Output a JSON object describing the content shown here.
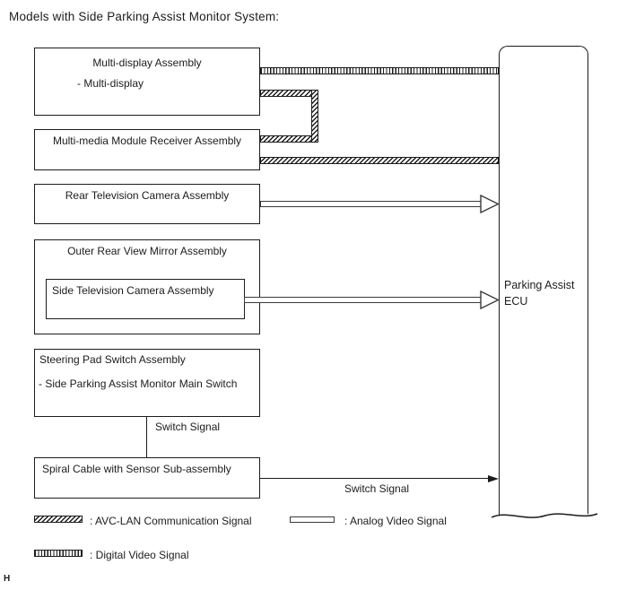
{
  "diagram": {
    "title": "Models with Side Parking Assist Monitor System:",
    "page_mark": "H",
    "nodes": {
      "multi_display_assembly": {
        "title": "Multi-display Assembly",
        "sub": "- Multi-display"
      },
      "multi_media_module": {
        "title": "Multi-media Module Receiver Assembly"
      },
      "rear_tv_camera": {
        "title": "Rear Television Camera Assembly"
      },
      "outer_mirror": {
        "title": "Outer Rear View Mirror Assembly"
      },
      "side_tv_camera": {
        "title": "Side Television Camera Assembly"
      },
      "steering_pad_switch": {
        "title": "Steering Pad Switch Assembly",
        "sub": "- Side Parking Assist Monitor Main Switch"
      },
      "spiral_cable": {
        "title": "Spiral Cable with Sensor Sub-assembly"
      },
      "parking_assist_ecu": {
        "line1": "Parking Assist",
        "line2": "ECU"
      }
    },
    "signal_labels": {
      "steering_switch_signal": "Switch Signal",
      "spiral_switch_signal": "Switch Signal"
    },
    "legend": [
      {
        "swatch": "avclan-hatch-swatch",
        "label": ": AVC-LAN Communication Signal"
      },
      {
        "swatch": "analog-video-swatch",
        "label": ": Analog Video Signal"
      },
      {
        "swatch": "digital-video-swatch",
        "label": ": Digital Video Signal"
      }
    ],
    "colors": {
      "ink": "#1c1c1c",
      "background": "#ffffff"
    }
  }
}
